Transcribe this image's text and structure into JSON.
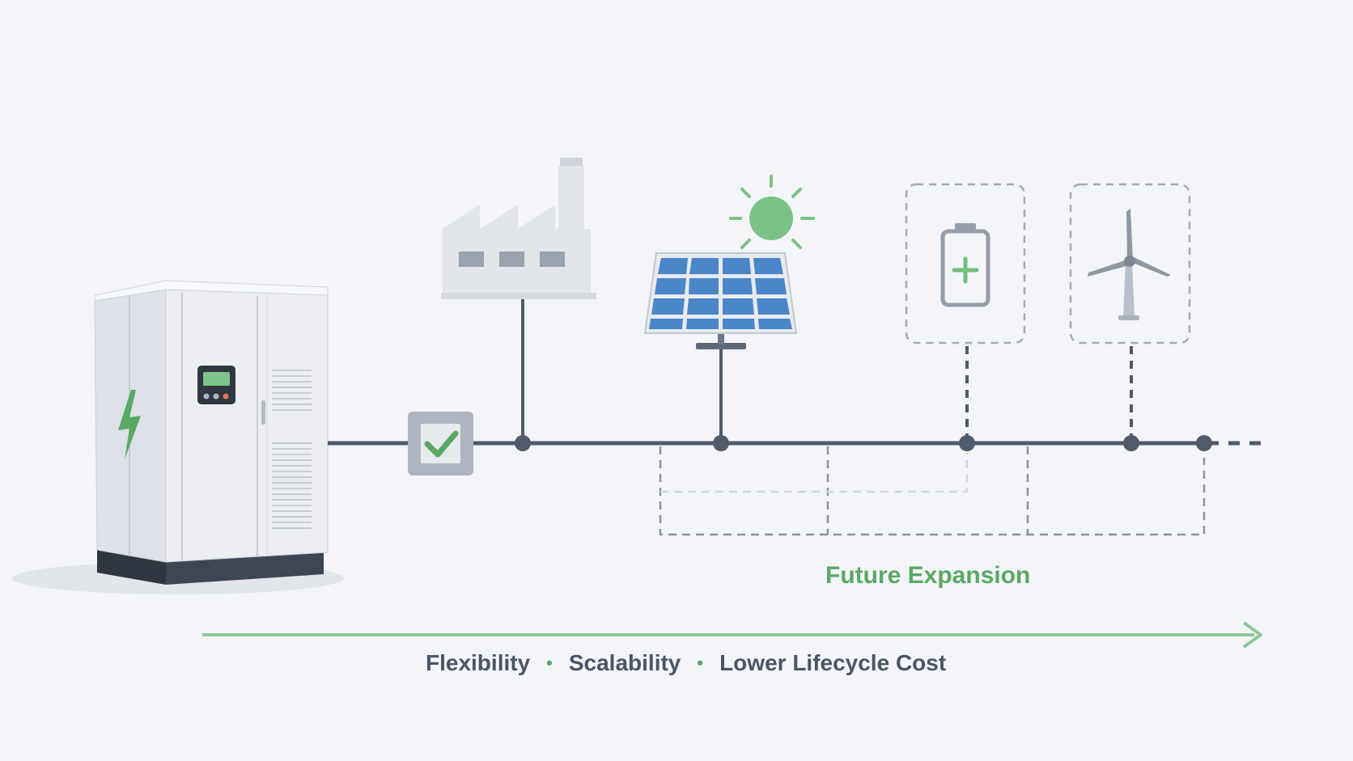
{
  "diagram": {
    "expansion_label": "Future Expansion",
    "benefits": [
      "Flexibility",
      "Scalability",
      "Lower Lifecycle Cost"
    ],
    "separator": "•",
    "nodes": [
      {
        "id": "energy-storage-cabinet",
        "icon": "lightning-icon"
      },
      {
        "id": "breaker-switch",
        "icon": "checkmark-icon"
      },
      {
        "id": "factory",
        "icon": "factory-icon"
      },
      {
        "id": "solar-panel",
        "icon": "solar-panel-icon"
      },
      {
        "id": "battery-future",
        "icon": "battery-plus-icon"
      },
      {
        "id": "wind-turbine-future",
        "icon": "wind-turbine-icon"
      }
    ]
  },
  "colors": {
    "background": "#f3f5f8",
    "line": "#4f5b6b",
    "dashed": "#9aa3ae",
    "accent_green": "#5aa864",
    "arrow_green": "#8fc79a",
    "text_dark": "#4a5566",
    "solar_blue": "#4a86c8",
    "cabinet": "#e8ebf0"
  }
}
